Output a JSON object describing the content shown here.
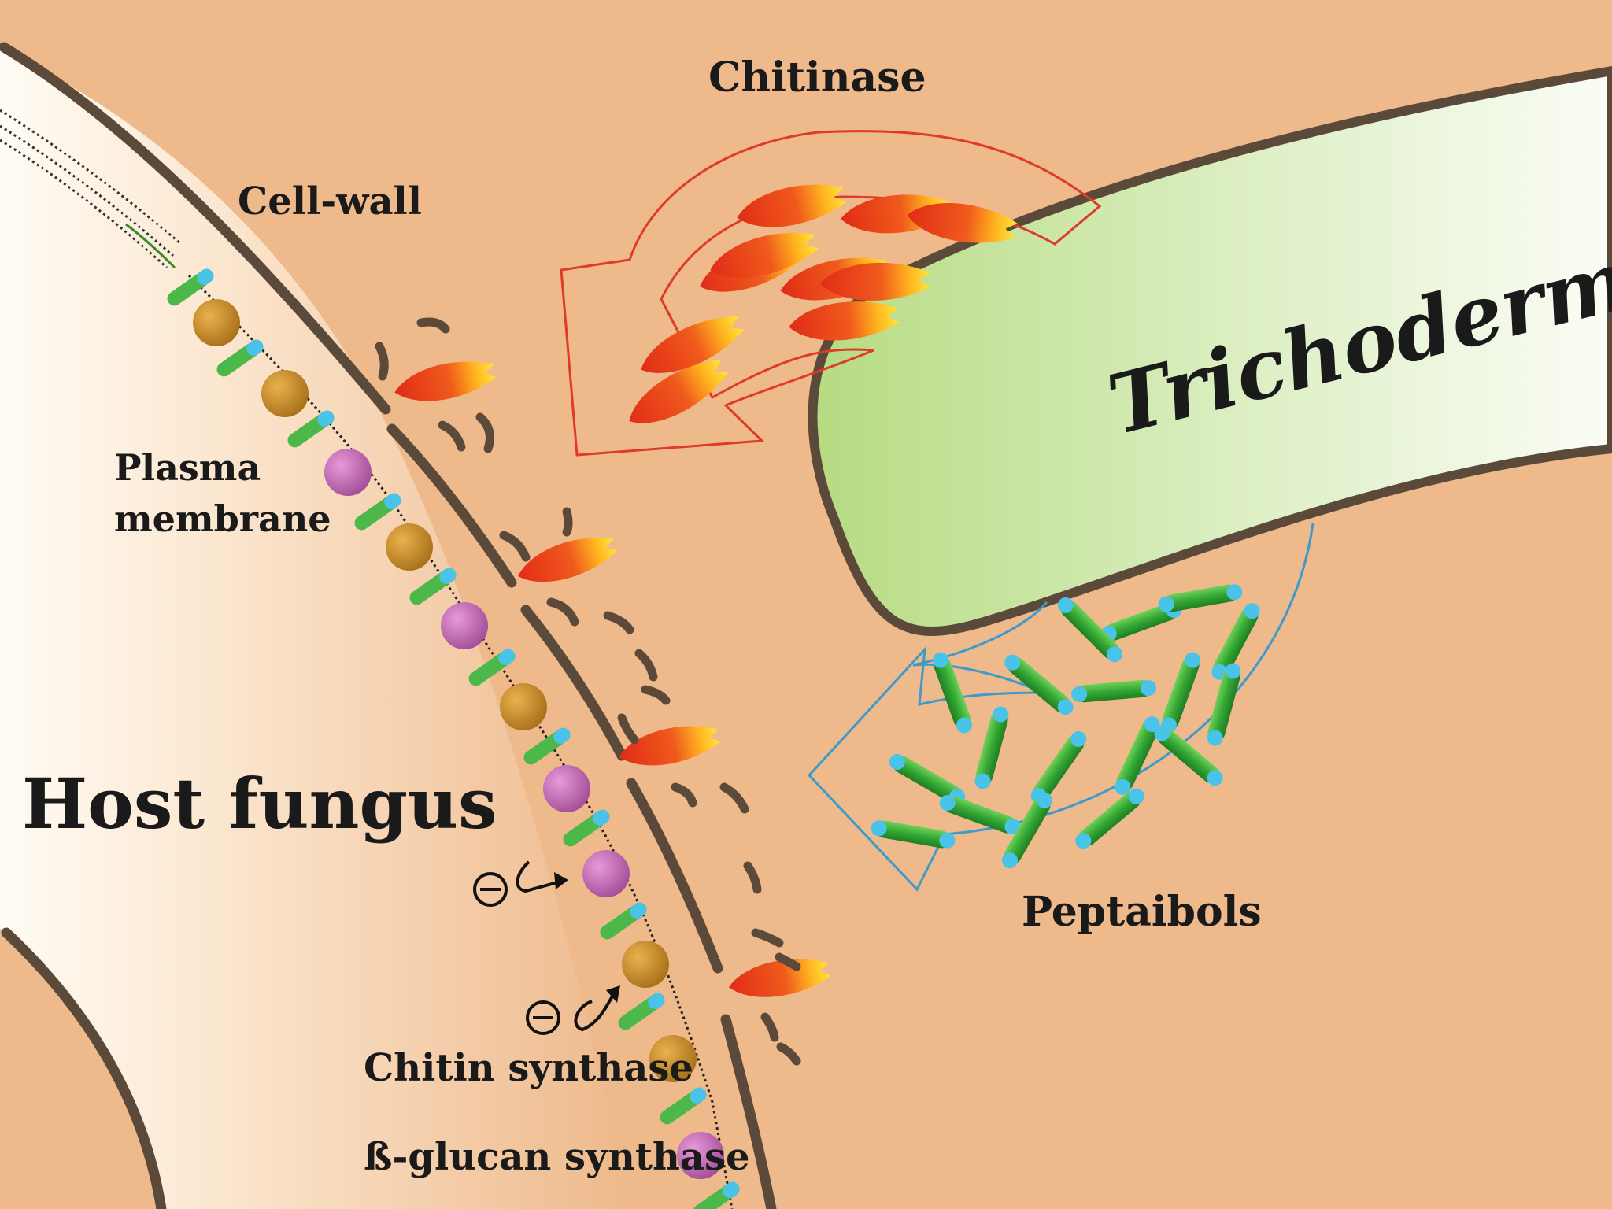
{
  "colors": {
    "background": "#EEB98B",
    "wall": "#5B4A39",
    "hypha_light": "#F9FBEF",
    "hypha_green": "#BFE08E",
    "chitinase_red": "#E8331B",
    "chitinase_yellow": "#FFE33A",
    "peptaibol_green": "#3DB23A",
    "peptaibol_cap": "#49C3E8",
    "chitin_synthase": "#C98F22",
    "glucan_synthase": "#C46BB6",
    "membrane_protein": "#4DB84A",
    "chitinase_arrow": "#E03A28",
    "peptaibol_arrow": "#3E9ACB"
  },
  "icons": {
    "inhibition": "circled-minus-icon",
    "arrow": "curved-arrow-icon"
  },
  "labels": {
    "chitinase": "Chitinase",
    "cell_wall": "Cell-wall",
    "plasma_membrane_line1": "Plasma",
    "plasma_membrane_line2": "membrane",
    "host_fungus": "Host fungus",
    "trichoderma": "Trichoderma",
    "peptaibols": "Peptaibols",
    "chitin_synthase": "Chitin synthase",
    "glucan_synthase": "ß-glucan synthase"
  }
}
